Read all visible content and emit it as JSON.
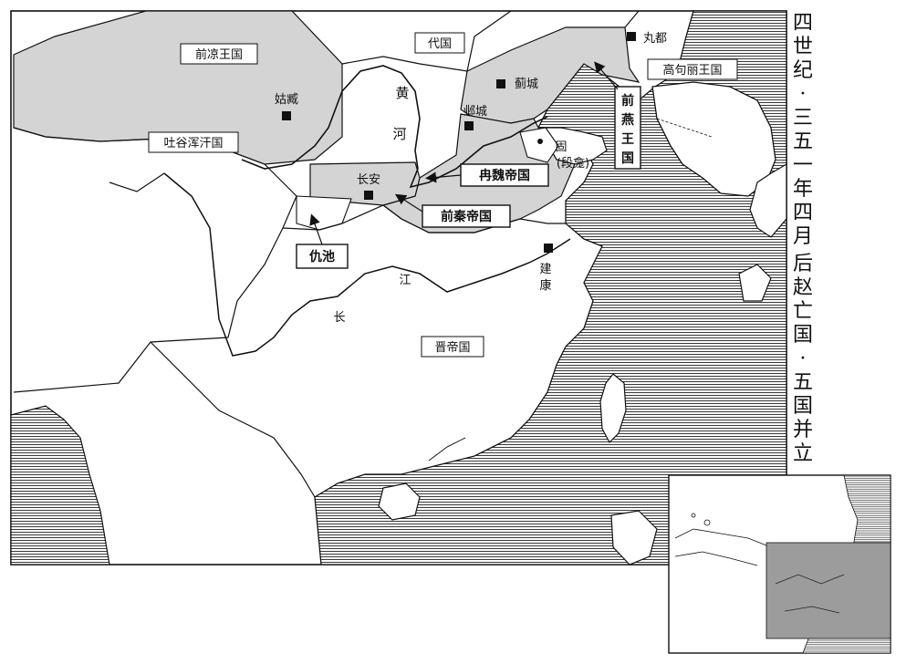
{
  "title": "四世纪·三五一年四月 后赵亡国·五国并立",
  "title_lines": {
    "col1": [
      "四",
      "世",
      "纪",
      "·",
      "三",
      "五",
      "一",
      "年",
      "四",
      "月"
    ],
    "col2": [
      "后",
      "赵",
      "亡",
      "国",
      "·",
      "五",
      "国",
      "并",
      "立"
    ]
  },
  "regions": {
    "qianliang": "前凉王国",
    "dai": "代国",
    "tuyuhun": "吐谷浑汗国",
    "goguryeo": "高句丽王国",
    "jin": "晋帝国"
  },
  "boxed_labels": {
    "ranwei": "冉魏帝国",
    "qianqin": "前秦帝国",
    "chouchi": "仇池",
    "qianyan": [
      "前",
      "燕",
      "王",
      "国"
    ],
    "duan": [
      "固",
      "(段龛)"
    ]
  },
  "cities": {
    "guzang": "姑臧",
    "jicheng": "蓟城",
    "yecheng": "邺城",
    "changan": "长安",
    "jiankang": [
      "建",
      "康"
    ],
    "wandu": "丸都"
  },
  "rivers": {
    "huang": [
      "黄",
      "河"
    ],
    "chang": [
      "长",
      "江"
    ]
  },
  "colors": {
    "shade": "#d4d4d4",
    "inset_shade": "#9c9c9c",
    "line": "#111111",
    "sea_hatch": "#222222"
  },
  "icons": [
    "city-marker-icon",
    "arrow-icon"
  ]
}
